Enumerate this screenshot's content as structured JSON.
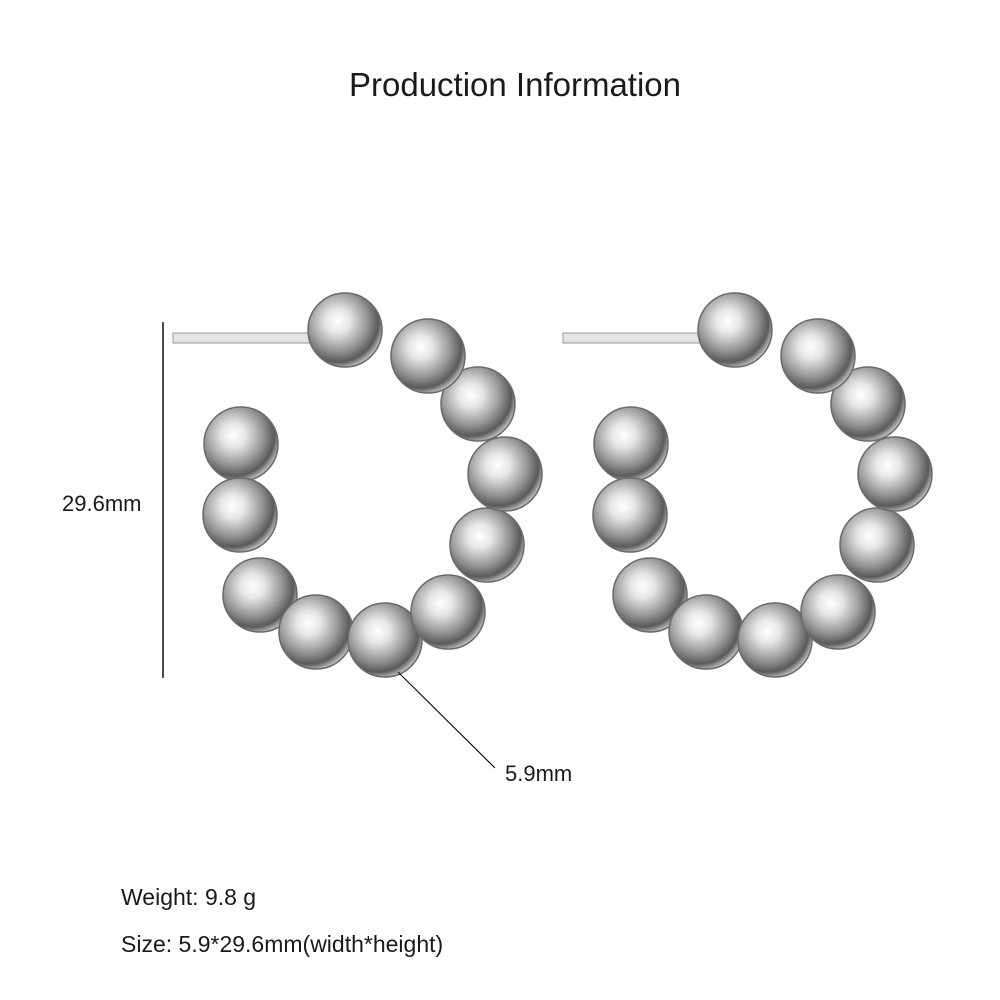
{
  "title": "Production Information",
  "dimensions": {
    "height_label": "29.6mm",
    "bead_label": "5.9mm"
  },
  "specs": {
    "weight": "Weight:  9.8 g",
    "size": "Size: 5.9*29.6mm(width*height)"
  },
  "colors": {
    "text": "#1a1a1a",
    "silver_light": "#ffffff",
    "silver_mid": "#b8b8b8",
    "silver_dark": "#4a4a4a"
  }
}
